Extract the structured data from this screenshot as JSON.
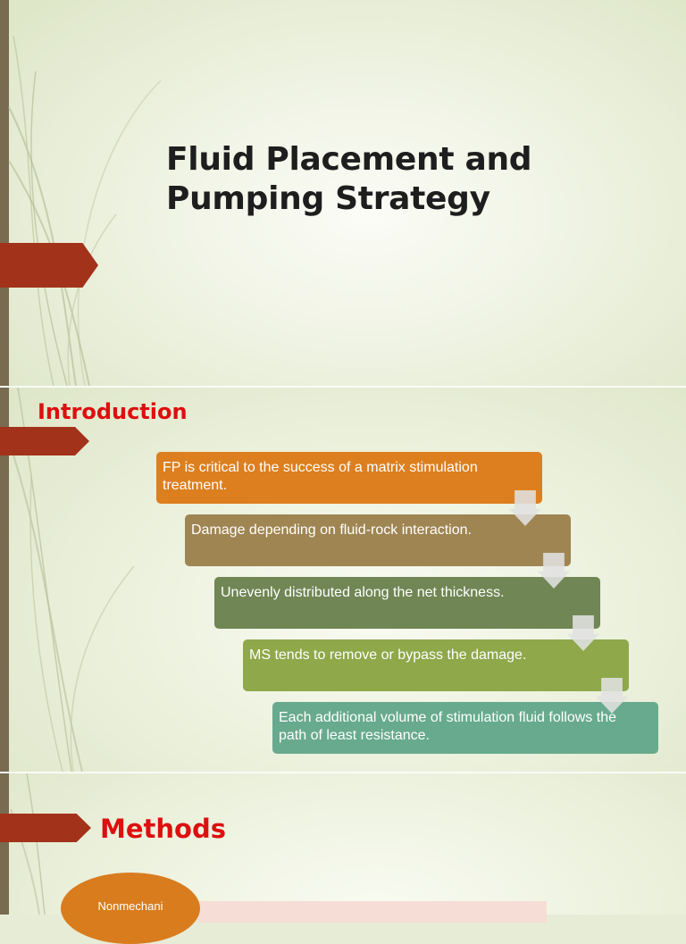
{
  "slides": {
    "title_slide": {
      "title_line1": "Fluid Placement and",
      "title_line2": "Pumping Strategy"
    },
    "intro_slide": {
      "heading": "Introduction",
      "steps": [
        {
          "text": "FP is critical to the success of a matrix stimulation treatment.",
          "color": "#dd7f1e"
        },
        {
          "text": "Damage depending on fluid-rock interaction.",
          "color": "#9f8552"
        },
        {
          "text": "Unevenly distributed along the net thickness.",
          "color": "#708654"
        },
        {
          "text": "MS tends to remove or bypass the damage.",
          "color": "#8ea84a"
        },
        {
          "text": "Each additional volume of stimulation fluid follows the path of least resistance.",
          "color": "#68aa8e"
        }
      ]
    },
    "methods_slide": {
      "heading": "Methods",
      "oval_label": "Nonmechani"
    }
  },
  "colors": {
    "accent_tab": "#a2321a",
    "heading_red": "#dd0f0f",
    "left_bar": "#786b4f"
  }
}
